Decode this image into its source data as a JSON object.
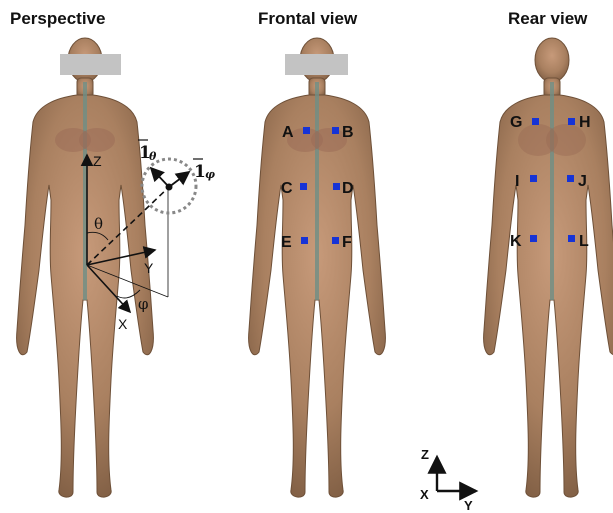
{
  "titles": {
    "perspective": "Perspective",
    "frontal": "Frontal view",
    "rear": "Rear view"
  },
  "perspective_axes": {
    "z": "Z",
    "y": "Y",
    "x": "X",
    "theta": "θ",
    "phi": "φ"
  },
  "unit_vectors": {
    "theta_main": "1",
    "theta_sub": "θ",
    "phi_main": "1",
    "phi_sub": "φ"
  },
  "frontal_points": [
    "A",
    "B",
    "C",
    "D",
    "E",
    "F"
  ],
  "rear_points": [
    "G",
    "H",
    "I",
    "J",
    "K",
    "L"
  ],
  "corner_axes": {
    "z": "Z",
    "x": "X",
    "y": "Y"
  },
  "colors": {
    "marker": "#1633d6",
    "face_bar": "#c3c3c3",
    "skin": "#b08463",
    "spine": "#6f8f86"
  }
}
